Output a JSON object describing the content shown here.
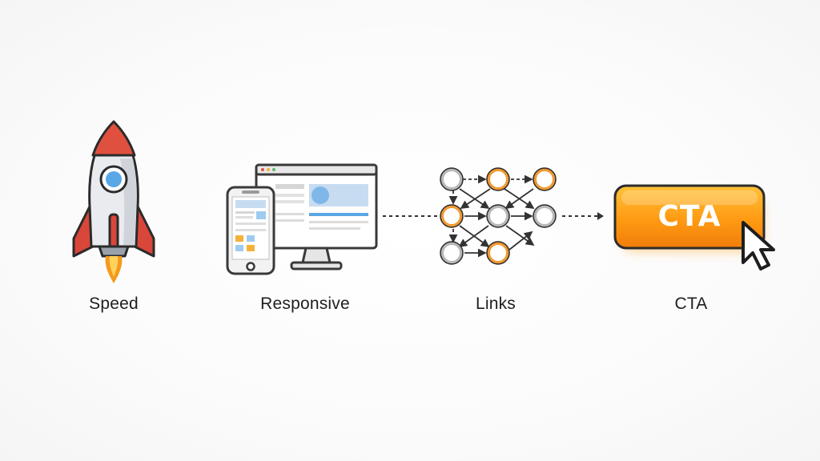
{
  "steps": [
    {
      "id": "speed",
      "label": "Speed",
      "icon": "rocket-icon"
    },
    {
      "id": "responsive",
      "label": "Responsive",
      "icon": "devices-icon"
    },
    {
      "id": "links",
      "label": "Links",
      "icon": "link-network-icon"
    },
    {
      "id": "cta",
      "label": "CTA",
      "icon": "cta-button-icon"
    }
  ],
  "cta_button": {
    "text": "CTA"
  },
  "colors": {
    "rocket_red": "#e0503f",
    "rocket_body": "#e9ebee",
    "window_blue": "#5aa7e6",
    "flame": "#f39a1e",
    "node_orange": "#ef9a33",
    "node_gray": "#bdbdbd",
    "cta_orange": "#ff9a12",
    "outline": "#2b2b2b"
  }
}
